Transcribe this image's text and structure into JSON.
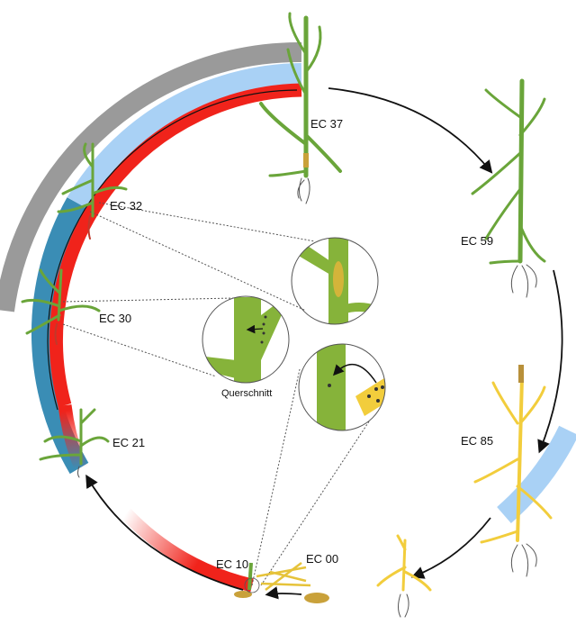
{
  "title": "Wheat growth cycle",
  "stages": {
    "ec37": "EC 37",
    "ec59": "EC 59",
    "ec85": "EC 85",
    "ec00": "EC 00",
    "ec10": "EC 10",
    "ec21": "EC 21",
    "ec30": "EC 30",
    "ec32": "EC 32"
  },
  "detail_label": "Querschnitt",
  "colors": {
    "red": "#f0231b",
    "light_blue": "#a9d1f5",
    "dark_blue": "#3a8db5",
    "gray": "#9a9a9a",
    "plant_green": "#7cb342",
    "ripe_yellow": "#f2cd3c"
  }
}
